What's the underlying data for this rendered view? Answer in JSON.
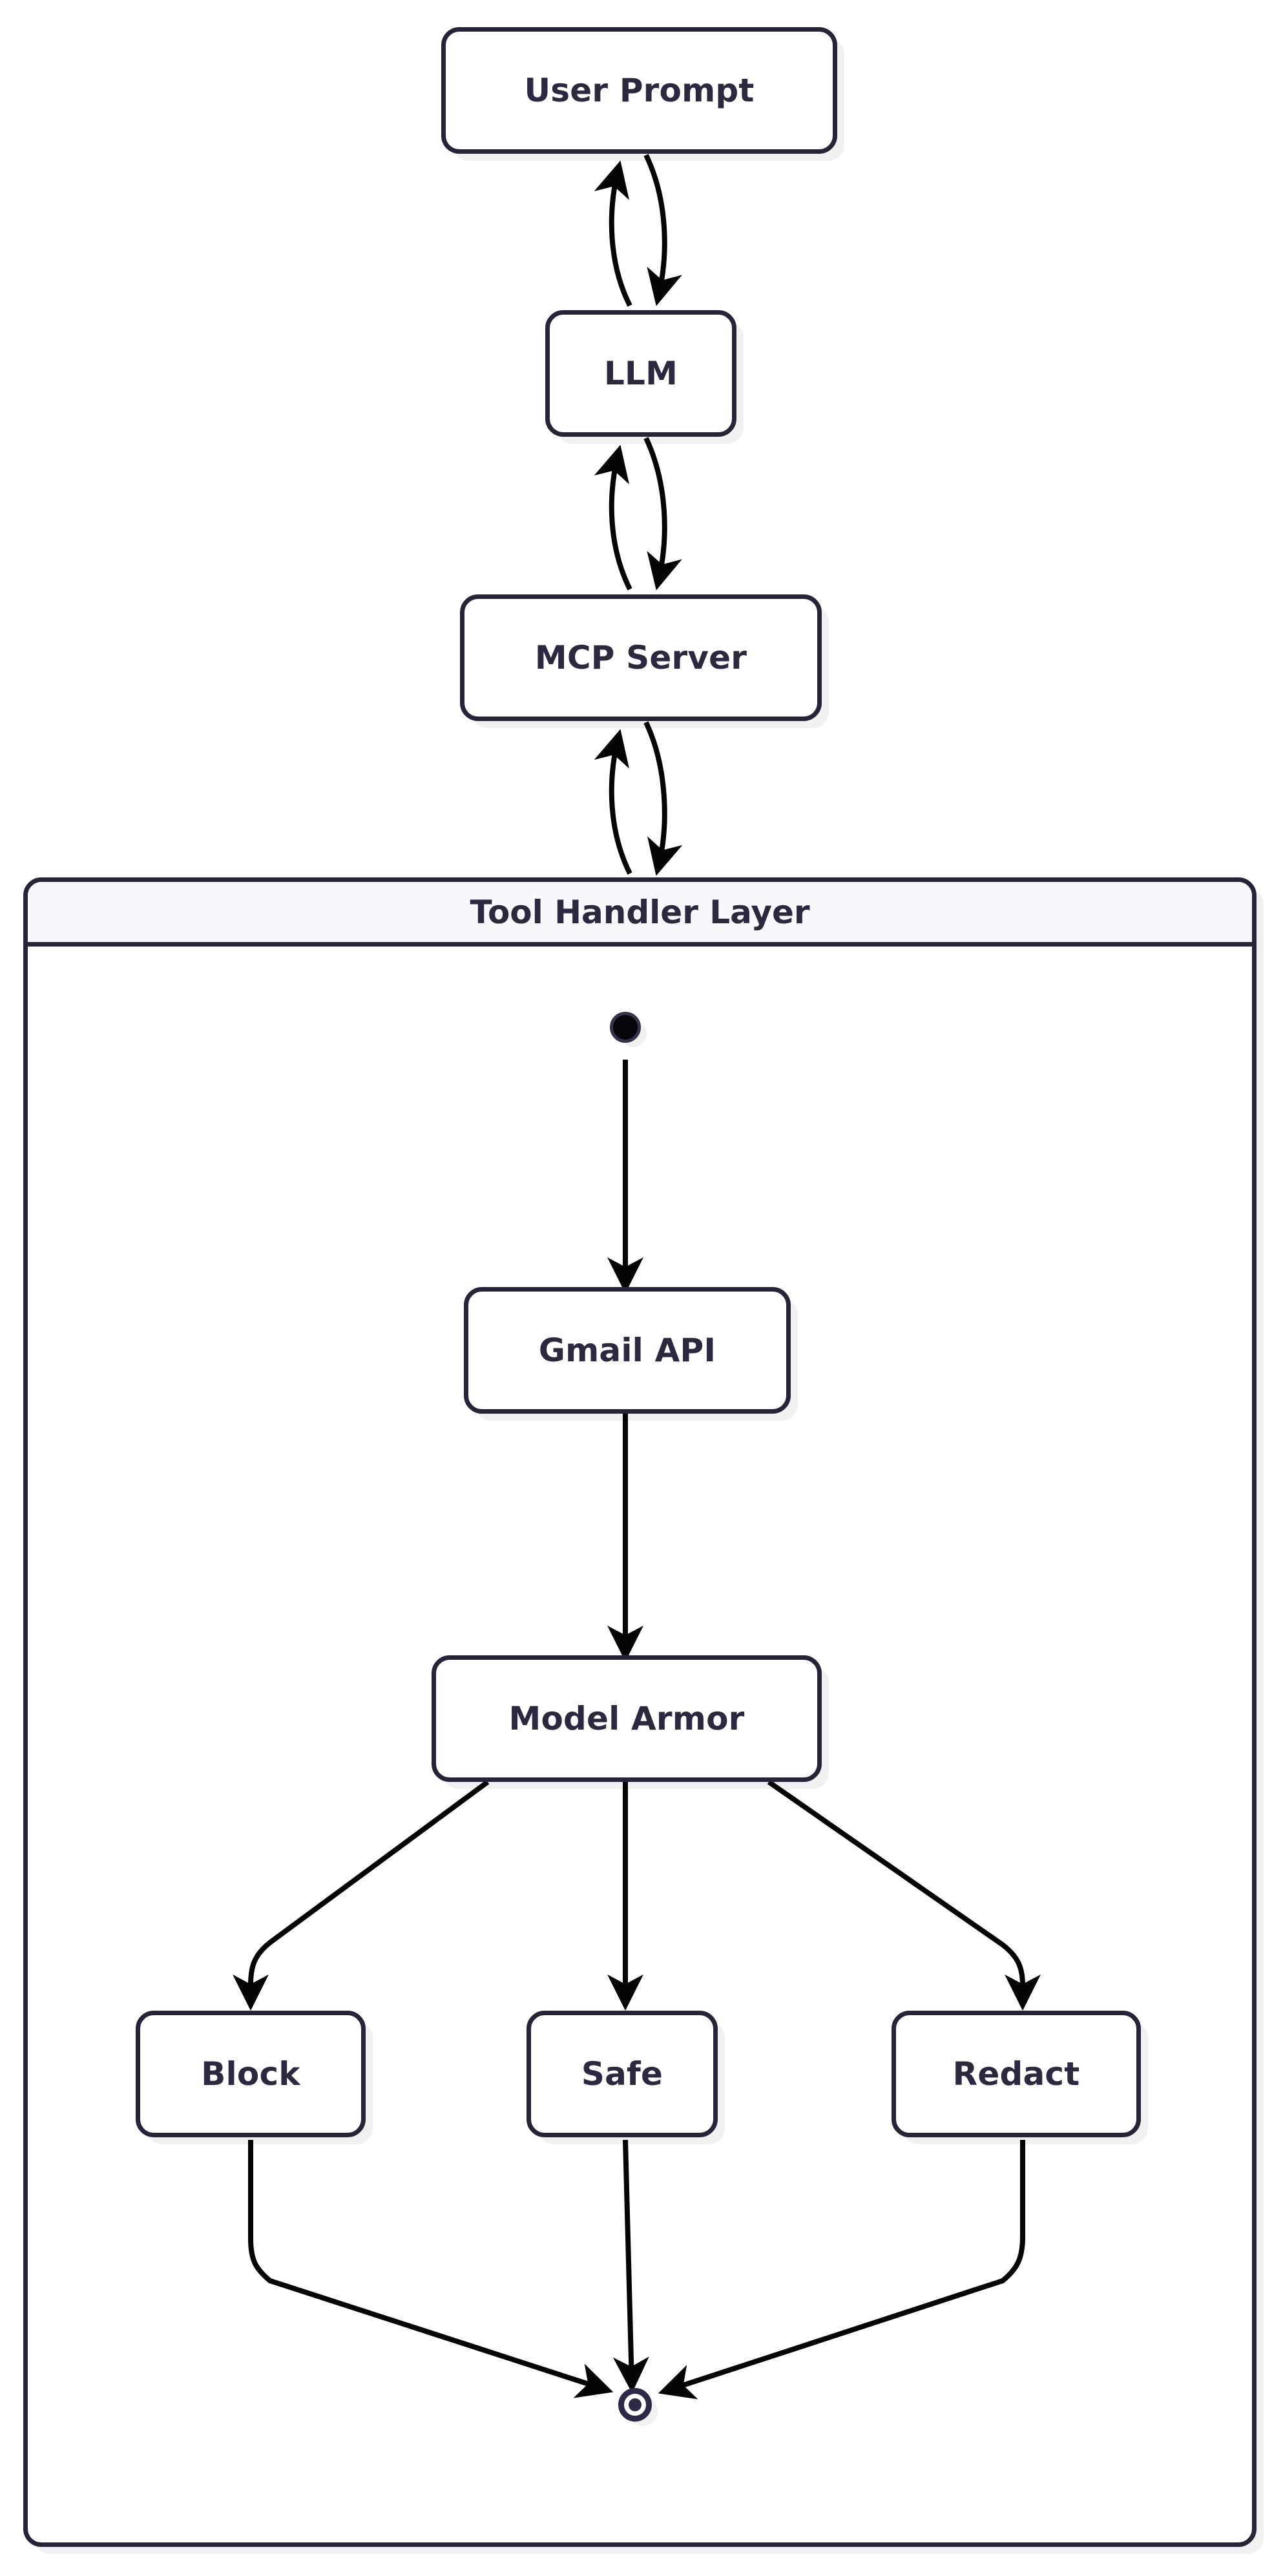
{
  "diagram": {
    "type": "state-diagram",
    "title": "MCP Gmail tool handler flow with Model Armor screening",
    "colors": {
      "background": "#ffffff",
      "node_border": "#252438",
      "node_fill": "#ffffff",
      "text": "#2a2940",
      "edge": "#050505",
      "cluster_title_fill": "#f7f8fb",
      "shadow": "rgba(0,0,0,0.055)"
    },
    "nodes": [
      {
        "id": "user_prompt",
        "label": "User Prompt",
        "shape": "rounded-rect"
      },
      {
        "id": "llm",
        "label": "LLM",
        "shape": "rounded-rect"
      },
      {
        "id": "mcp_server",
        "label": "MCP Server",
        "shape": "rounded-rect"
      },
      {
        "id": "start",
        "label": "",
        "shape": "start-circle"
      },
      {
        "id": "gmail_api",
        "label": "Gmail API",
        "shape": "rounded-rect"
      },
      {
        "id": "model_armor",
        "label": "Model Armor",
        "shape": "rounded-rect"
      },
      {
        "id": "block",
        "label": "Block",
        "shape": "rounded-rect"
      },
      {
        "id": "safe",
        "label": "Safe",
        "shape": "rounded-rect"
      },
      {
        "id": "redact",
        "label": "Redact",
        "shape": "rounded-rect"
      },
      {
        "id": "end",
        "label": "",
        "shape": "end-double-circle"
      }
    ],
    "cluster": {
      "id": "tool_handler_layer",
      "title": "Tool Handler Layer",
      "contains": [
        "start",
        "gmail_api",
        "model_armor",
        "block",
        "safe",
        "redact",
        "end"
      ]
    },
    "edges": [
      {
        "from": "user_prompt",
        "to": "llm",
        "label": "",
        "direction": "down"
      },
      {
        "from": "llm",
        "to": "user_prompt",
        "label": "",
        "direction": "up"
      },
      {
        "from": "llm",
        "to": "mcp_server",
        "label": "",
        "direction": "down"
      },
      {
        "from": "mcp_server",
        "to": "llm",
        "label": "",
        "direction": "up"
      },
      {
        "from": "mcp_server",
        "to": "tool_handler_layer",
        "label": "",
        "direction": "down"
      },
      {
        "from": "tool_handler_layer",
        "to": "mcp_server",
        "label": "",
        "direction": "up"
      },
      {
        "from": "start",
        "to": "gmail_api",
        "label": "",
        "direction": "down"
      },
      {
        "from": "gmail_api",
        "to": "model_armor",
        "label": "",
        "direction": "down"
      },
      {
        "from": "model_armor",
        "to": "block",
        "label": "",
        "direction": "down-left"
      },
      {
        "from": "model_armor",
        "to": "safe",
        "label": "",
        "direction": "down"
      },
      {
        "from": "model_armor",
        "to": "redact",
        "label": "",
        "direction": "down-right"
      },
      {
        "from": "block",
        "to": "end",
        "label": "",
        "direction": "down-right"
      },
      {
        "from": "safe",
        "to": "end",
        "label": "",
        "direction": "down"
      },
      {
        "from": "redact",
        "to": "end",
        "label": "",
        "direction": "down-left"
      }
    ]
  }
}
